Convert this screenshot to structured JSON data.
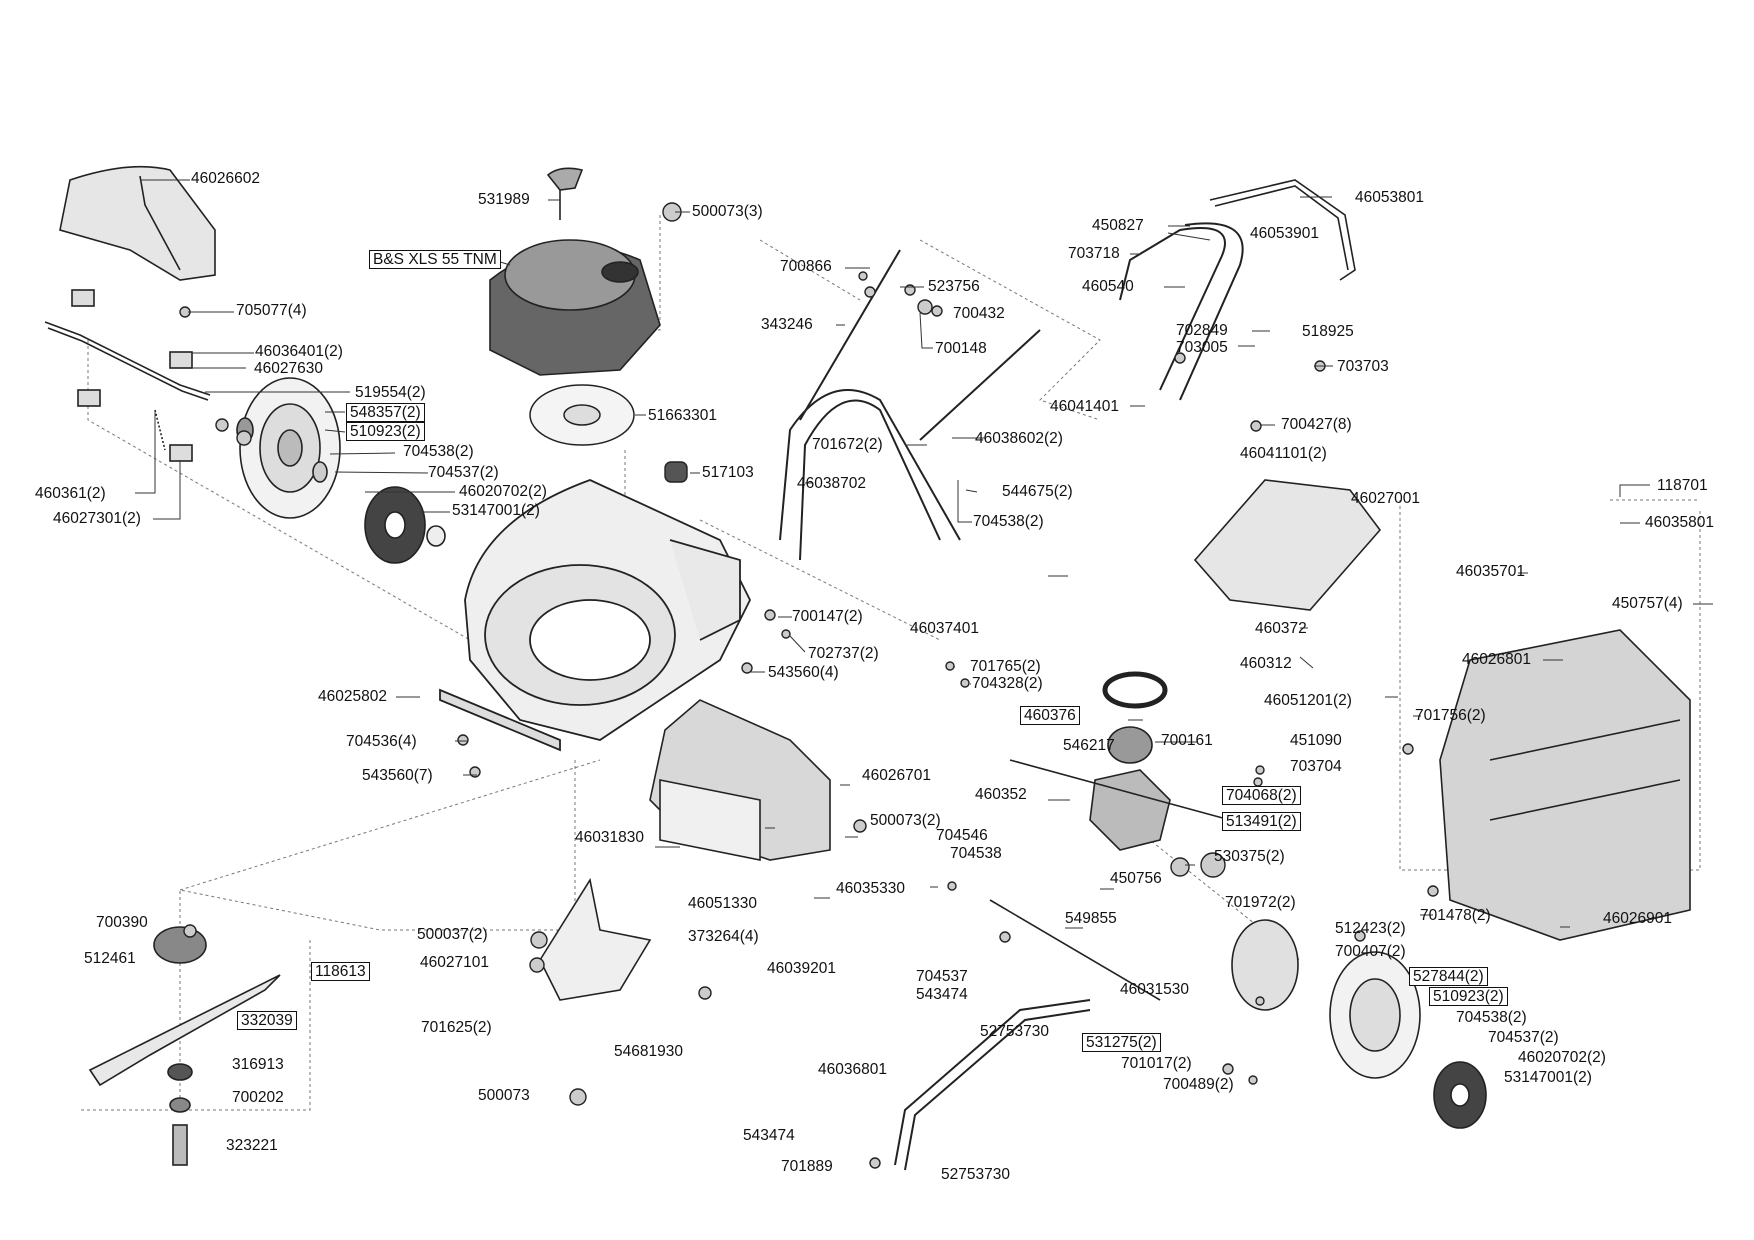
{
  "diagram": {
    "callouts": {
      "p46026602": "46026602",
      "p531989": "531989",
      "p500073_3": "500073(3)",
      "engine": "B&S XLS 55 TNM",
      "p705077_4": "705077(4)",
      "p46036401_2": "46036401(2)",
      "p46027630": "46027630",
      "p519554_2": "519554(2)",
      "p548357_2": "548357(2)",
      "p510923_2a": "510923(2)",
      "p704538_2a": "704538(2)",
      "p704537_2a": "704537(2)",
      "p46020702_2a": "46020702(2)",
      "p53147001_2a": "53147001(2)",
      "p460361_2": "460361(2)",
      "p46027301_2": "46027301(2)",
      "p51663301": "51663301",
      "p517103": "517103",
      "p700866": "700866",
      "p523756": "523756",
      "p343246": "343246",
      "p700432": "700432",
      "p700148": "700148",
      "p701672_2": "701672(2)",
      "p46038602_2": "46038602(2)",
      "p46038702": "46038702",
      "p544675_2": "544675(2)",
      "p704538_2b": "704538(2)",
      "p46053801": "46053801",
      "p450827": "450827",
      "p46053901": "46053901",
      "p703718": "703718",
      "p460540": "460540",
      "p702849": "702849",
      "p518925": "518925",
      "p703005": "703005",
      "p703703": "703703",
      "p46041401": "46041401",
      "p700427_8": "700427(8)",
      "p46041101_2": "46041101(2)",
      "p46027001": "46027001",
      "p118701a": "118701",
      "p46035801": "46035801",
      "p46035701": "46035701",
      "p450757_4": "450757(4)",
      "p46026801": "46026801",
      "p700147_2": "700147(2)",
      "p702737_2": "702737(2)",
      "p543560_4": "543560(4)",
      "p46037401": "46037401",
      "p460372": "460372",
      "p460312": "460312",
      "p701765_2": "701765(2)",
      "p704328_2": "704328(2)",
      "p46051201_2": "46051201(2)",
      "p46025802": "46025802",
      "p460376": "460376",
      "p701756_2": "701756(2)",
      "p700161": "700161",
      "p546217": "546217",
      "p451090": "451090",
      "p704536_4": "704536(4)",
      "p703704": "703704",
      "p543560_7": "543560(7)",
      "p46026701": "46026701",
      "p460352": "460352",
      "p704068_2": "704068(2)",
      "p513491_2": "513491(2)",
      "p500073_2": "500073(2)",
      "p46031830": "46031830",
      "p704546": "704546",
      "p704538c": "704538",
      "p530375_2": "530375(2)",
      "p450756": "450756",
      "p46051330": "46051330",
      "p46035330": "46035330",
      "p549855": "549855",
      "p701478_2": "701478(2)",
      "p46026901": "46026901",
      "p700390": "700390",
      "p500037_2": "500037(2)",
      "p373264_4": "373264(4)",
      "p701972_2": "701972(2)",
      "p512461": "512461",
      "p118613": "118613",
      "p46027101": "46027101",
      "p46039201": "46039201",
      "p512423_2": "512423(2)",
      "p700407_2": "700407(2)",
      "p704537b": "704537",
      "p543474a": "543474",
      "p46031530": "46031530",
      "p527844_2": "527844(2)",
      "p510923_2b": "510923(2)",
      "p332039": "332039",
      "p701625_2": "701625(2)",
      "p52753730a": "52753730",
      "p531275_2": "531275(2)",
      "p704538_2c": "704538(2)",
      "p54681930": "54681930",
      "p704537_2b": "704537(2)",
      "p316913": "316913",
      "p46036801": "46036801",
      "p701017_2": "701017(2)",
      "p46020702_2b": "46020702(2)",
      "p700202": "700202",
      "p500073": "500073",
      "p700489_2": "700489(2)",
      "p53147001_2b": "53147001(2)",
      "p323221": "323221",
      "p543474b": "543474",
      "p701889": "701889",
      "p52753730b": "52753730"
    }
  }
}
